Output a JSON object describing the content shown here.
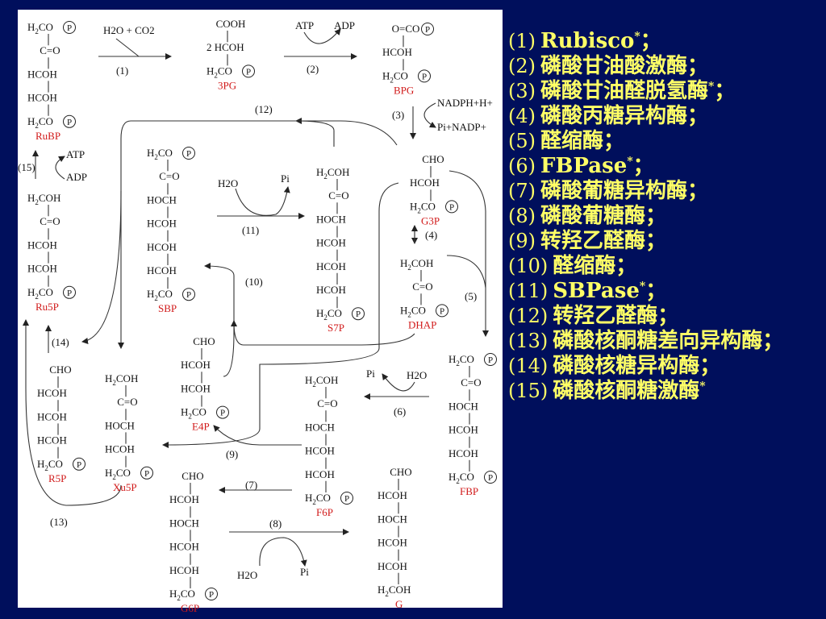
{
  "metabolites": {
    "rubp": {
      "label": "RuBP",
      "lines": [
        "H2CO",
        "C=O",
        "HCOH",
        "HCOH",
        "H2CO"
      ]
    },
    "pga3": {
      "label": "3PG",
      "lines": [
        "COOH",
        "2 HCOH",
        "H2CO"
      ]
    },
    "bpg": {
      "label": "BPG",
      "lines": [
        "O=CO",
        "HCOH",
        "H2CO"
      ]
    },
    "ru5p": {
      "label": "Ru5P",
      "lines": [
        "H2COH",
        "C=O",
        "HCOH",
        "HCOH",
        "H2CO"
      ]
    },
    "sbp": {
      "label": "SBP",
      "lines": [
        "H2CO",
        "C=O",
        "HOCH",
        "HCOH",
        "HCOH",
        "HCOH",
        "H2CO"
      ]
    },
    "s7p": {
      "label": "S7P",
      "lines": [
        "H2COH",
        "C=O",
        "HOCH",
        "HCOH",
        "HCOH",
        "HCOH",
        "H2CO"
      ]
    },
    "g3p": {
      "label": "G3P",
      "lines": [
        "CHO",
        "HCOH",
        "H2CO"
      ]
    },
    "dhap": {
      "label": "DHAP",
      "lines": [
        "H2COH",
        "C=O",
        "H2CO"
      ]
    },
    "fbp": {
      "label": "FBP",
      "lines": [
        "H2CO",
        "C=O",
        "HOCH",
        "HCOH",
        "HCOH",
        "H2CO"
      ]
    },
    "e4p": {
      "label": "E4P",
      "lines": [
        "CHO",
        "HCOH",
        "HCOH",
        "H2CO"
      ]
    },
    "r5p": {
      "label": "R5P",
      "lines": [
        "CHO",
        "HCOH",
        "HCOH",
        "HCOH",
        "H2CO"
      ]
    },
    "xu5p": {
      "label": "Xu5P",
      "lines": [
        "H2COH",
        "C=O",
        "HOCH",
        "HCOH",
        "H2CO"
      ]
    },
    "f6p": {
      "label": "F6P",
      "lines": [
        "H2COH",
        "C=O",
        "HOCH",
        "HCOH",
        "HCOH",
        "H2CO"
      ]
    },
    "g6p": {
      "label": "G6P",
      "lines": [
        "CHO",
        "HCOH",
        "HOCH",
        "HCOH",
        "HCOH",
        "H2CO"
      ]
    },
    "g": {
      "label": "G",
      "lines": [
        "CHO",
        "HCOH",
        "HOCH",
        "HCOH",
        "HCOH",
        "H2COH"
      ]
    }
  },
  "phosphate_symbol": "P",
  "steps": [
    "(1)",
    "(2)",
    "(3)",
    "(4)",
    "(5)",
    "(6)",
    "(7)",
    "(8)",
    "(9)",
    "(10)",
    "(11)",
    "(12)",
    "(13)",
    "(14)",
    "(15)"
  ],
  "cofactors": {
    "h2o_co2": "H2O + CO2",
    "atp": "ATP",
    "adp": "ADP",
    "nadph": "NADPH+H+",
    "pi_nadp": "Pi+NADP+",
    "h2o": "H2O",
    "pi": "Pi"
  },
  "enzymes": [
    {
      "num": "(1)",
      "name": "Rubisco",
      "star": "*",
      "end": "；"
    },
    {
      "num": "(2)",
      "name": "磷酸甘油酸激酶",
      "star": "",
      "end": "；"
    },
    {
      "num": "(3)",
      "name": "磷酸甘油醛脱氢酶",
      "star": "*",
      "end": "；"
    },
    {
      "num": "(4)",
      "name": "磷酸丙糖异构酶",
      "star": "",
      "end": "；"
    },
    {
      "num": "(5)",
      "name": "醛缩酶",
      "star": "",
      "end": "；"
    },
    {
      "num": "(6)",
      "name": "FBPase",
      "star": "*",
      "end": "；"
    },
    {
      "num": "(7)",
      "name": "磷酸葡糖异构酶",
      "star": "",
      "end": "；"
    },
    {
      "num": "(8)",
      "name": "磷酸葡糖酶",
      "star": "",
      "end": "；"
    },
    {
      "num": "(9)",
      "name": "转羟乙醛酶",
      "star": "",
      "end": "；"
    },
    {
      "num": "(10)",
      "name": "醛缩酶",
      "star": "",
      "end": "；"
    },
    {
      "num": "(11)",
      "name": "SBPase",
      "star": "*",
      "end": "；"
    },
    {
      "num": "(12)",
      "name": "转羟乙醛酶",
      "star": "",
      "end": "；"
    },
    {
      "num": "(13)",
      "name": "磷酸核酮糖差向异构酶",
      "star": "",
      "end": "；"
    },
    {
      "num": "(14)",
      "name": "磷酸核糖异构酶",
      "star": "",
      "end": "；"
    },
    {
      "num": "(15)",
      "name": "磷酸核酮糖激酶",
      "star": "*",
      "end": ""
    }
  ],
  "colors": {
    "background": "#000f5c",
    "enzyme_text": "#ffff66",
    "metabolite_label": "#d11a1a"
  }
}
